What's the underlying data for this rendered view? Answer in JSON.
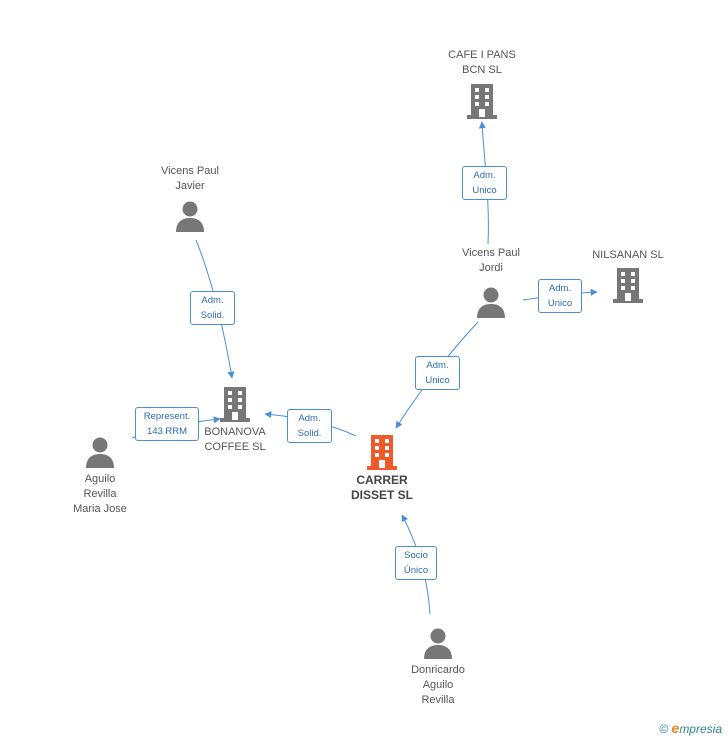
{
  "nodes": {
    "cafe_i_pans": {
      "lines": [
        "CAFE I PANS",
        "BCN SL"
      ],
      "kind": "company"
    },
    "vicens_paul_javier": {
      "lines": [
        "Vicens Paul",
        "Javier"
      ],
      "kind": "person"
    },
    "vicens_paul_jordi": {
      "lines": [
        "Vicens Paul",
        "Jordi"
      ],
      "kind": "person"
    },
    "nilsanan": {
      "lines": [
        "NILSANAN SL"
      ],
      "kind": "company"
    },
    "bonanova": {
      "lines": [
        "BONANOVA",
        "COFFEE SL"
      ],
      "kind": "company"
    },
    "aguilo_revilla_maria_jose": {
      "lines": [
        "Aguilo",
        "Revilla",
        "Maria Jose"
      ],
      "kind": "person"
    },
    "carrer_disset": {
      "lines": [
        "CARRER",
        "DISSET SL"
      ],
      "kind": "company-main"
    },
    "donricardo": {
      "lines": [
        "Donricardo",
        "Aguilo",
        "Revilla"
      ],
      "kind": "person"
    }
  },
  "badges": {
    "jordi_to_cafe": {
      "lines": [
        "Adm.",
        "Unico"
      ]
    },
    "jordi_to_nilsanan": {
      "lines": [
        "Adm.",
        "Unico"
      ]
    },
    "javier_to_bonanova": {
      "lines": [
        "Adm.",
        "Solid."
      ]
    },
    "jordi_to_carrer": {
      "lines": [
        "Adm.",
        "Unico"
      ]
    },
    "carrer_to_bonanova": {
      "lines": [
        "Adm.",
        "Solid."
      ]
    },
    "maria_to_bonanova": {
      "lines": [
        "Represent.",
        "143 RRM"
      ]
    },
    "donricardo_to_carrer": {
      "lines": [
        "Socio",
        "Único"
      ]
    }
  },
  "colors": {
    "edge": "#4a90d9",
    "icon": "#777777",
    "main_icon": "#f05a28"
  },
  "footer": {
    "copyright": "©",
    "brand_e": "e",
    "brand_rest": "mpresia"
  }
}
